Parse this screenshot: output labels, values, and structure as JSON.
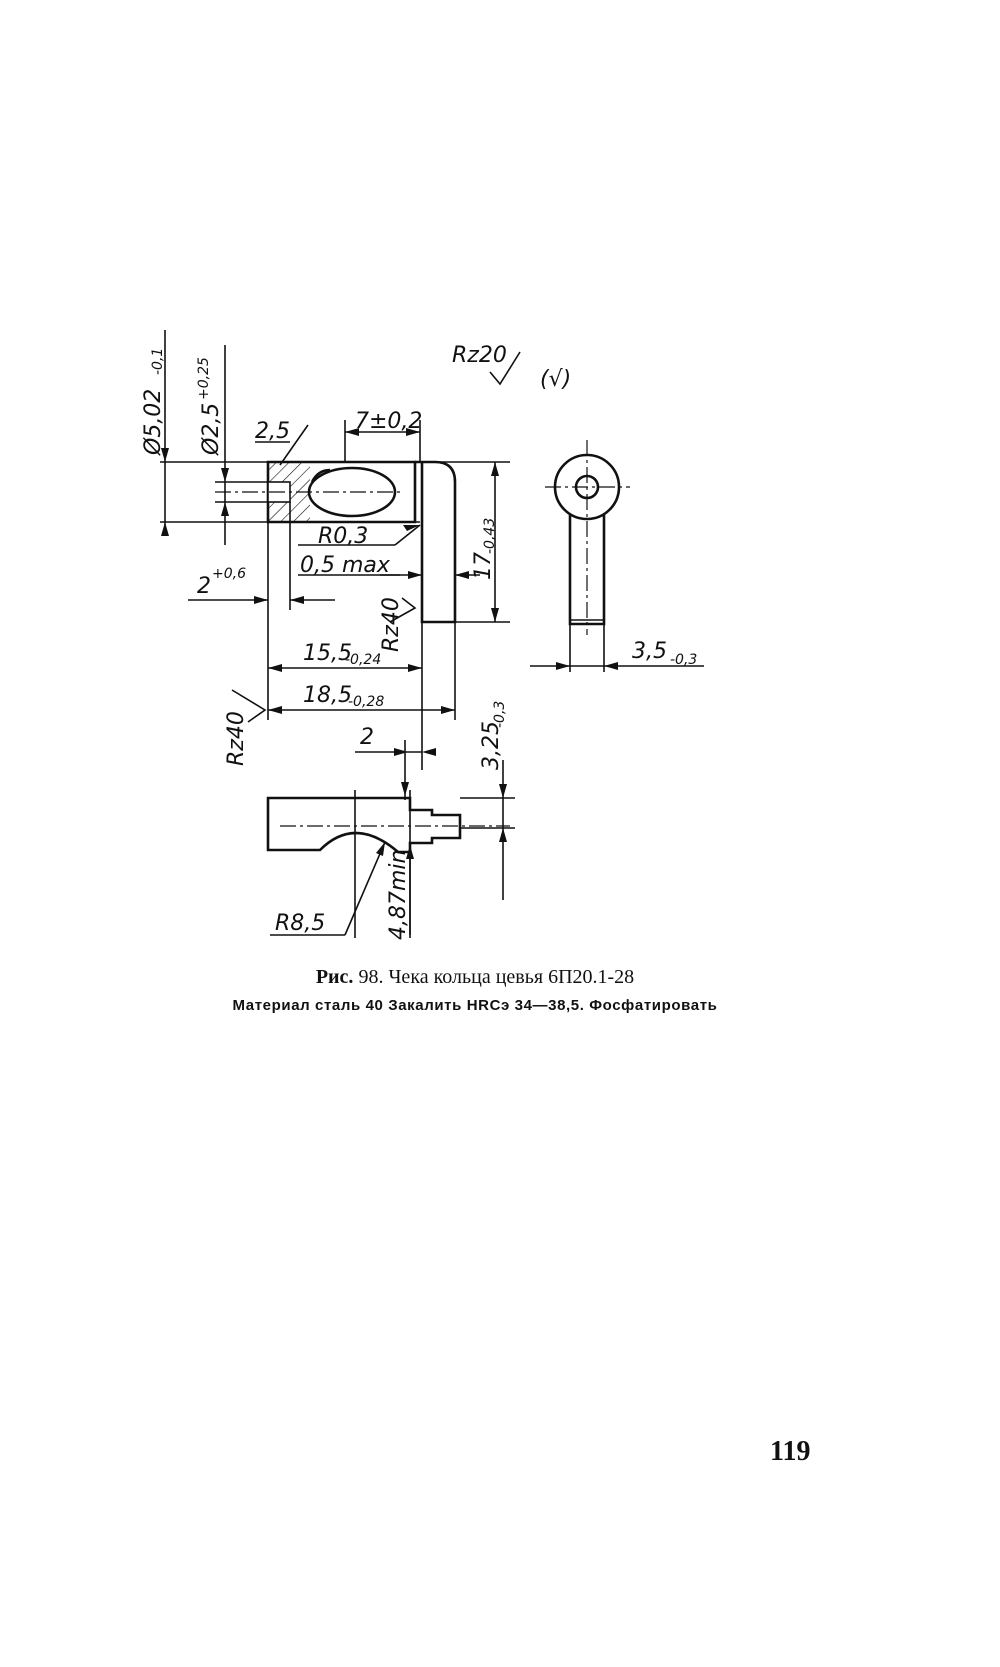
{
  "drawing": {
    "roughness_general": "Rz20",
    "roughness_remaining": "(√)",
    "dims": {
      "outer_diameter": "Ø5,02",
      "outer_diameter_tol": "-0,1",
      "hole_diameter": "Ø2,5",
      "hole_diameter_tol": "+0,25",
      "chamfer": "2,5",
      "slot_position": "7±0,2",
      "height": "17",
      "height_tol": "-0,43",
      "radius_small": "R0,3",
      "gap_max": "0,5 max",
      "hole_depth": "2",
      "hole_depth_tol": "+0,6",
      "length_inner": "15,5",
      "length_inner_tol": "-0,24",
      "length_outer": "18,5",
      "length_outer_tol": "-0,28",
      "thickness": "3,5",
      "thickness_tol": "-0,3",
      "step": "2",
      "offset": "3,25",
      "offset_tol": "-0,3",
      "depth_min": "4,87min",
      "radius_large": "R8,5",
      "roughness_side": "Rz40",
      "roughness_end": "Rz40"
    }
  },
  "caption": {
    "label": "Рис.",
    "number": "98.",
    "title": "Чека кольца цевья 6П20.1-28",
    "note": "Материал сталь 40 Закалить HRCэ 34—38,5. Фосфатировать"
  },
  "page_number": "119"
}
